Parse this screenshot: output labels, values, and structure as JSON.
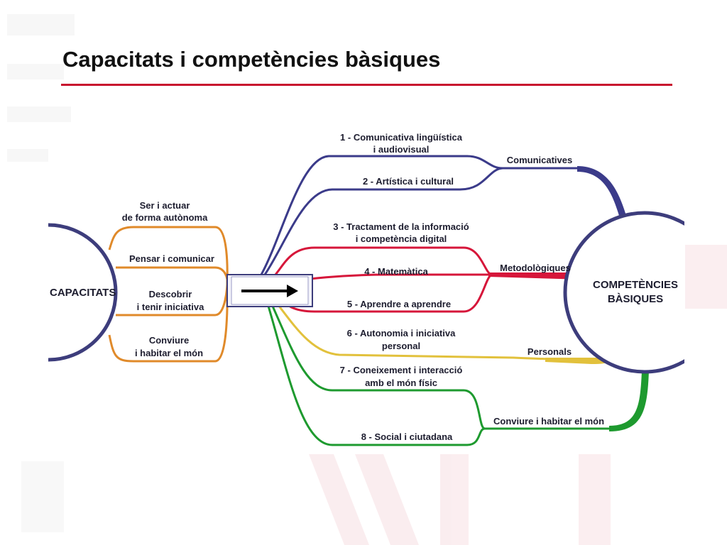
{
  "slide": {
    "title": "Capacitats i competències bàsiques",
    "accent_color": "#c8102e"
  },
  "diagram": {
    "left_hub": {
      "label": "CAPACITATS"
    },
    "right_hub": {
      "label_line1": "COMPETÈNCIES",
      "label_line2": "BÀSIQUES"
    },
    "connector_icon": "right-arrow-icon",
    "capacitats": [
      {
        "line1": "Ser i actuar",
        "line2": "de forma autònoma"
      },
      {
        "line1": "Pensar i comunicar",
        "line2": ""
      },
      {
        "line1": "Descobrir",
        "line2": "i tenir iniciativa"
      },
      {
        "line1": "Conviure",
        "line2": "i habitar el món"
      }
    ],
    "competencies": [
      {
        "line1": "1 - Comunicativa lingüística",
        "line2": "i audiovisual"
      },
      {
        "line1": "2 - Artística i cultural",
        "line2": ""
      },
      {
        "line1": "3 - Tractament de la informació",
        "line2": "i competència digital"
      },
      {
        "line1": "4 - Matemàtica",
        "line2": ""
      },
      {
        "line1": "5 - Aprendre a aprendre",
        "line2": ""
      },
      {
        "line1": "6 - Autonomia i iniciativa",
        "line2": "personal"
      },
      {
        "line1": "7 - Coneixement i interacció",
        "line2": "amb el món físic"
      },
      {
        "line1": "8 - Social i ciutadana",
        "line2": ""
      }
    ],
    "groups": [
      {
        "label": "Comunicatives",
        "color": "#3b3b8a"
      },
      {
        "label": "Metodològiques",
        "color": "#d6163a"
      },
      {
        "label": "Personals",
        "color": "#e2c13c"
      },
      {
        "label": "Conviure i habitar el món",
        "color": "#1e9a2f"
      }
    ],
    "capacitats_color": "#e08a2a",
    "hub_color": "#3d3d7c"
  }
}
